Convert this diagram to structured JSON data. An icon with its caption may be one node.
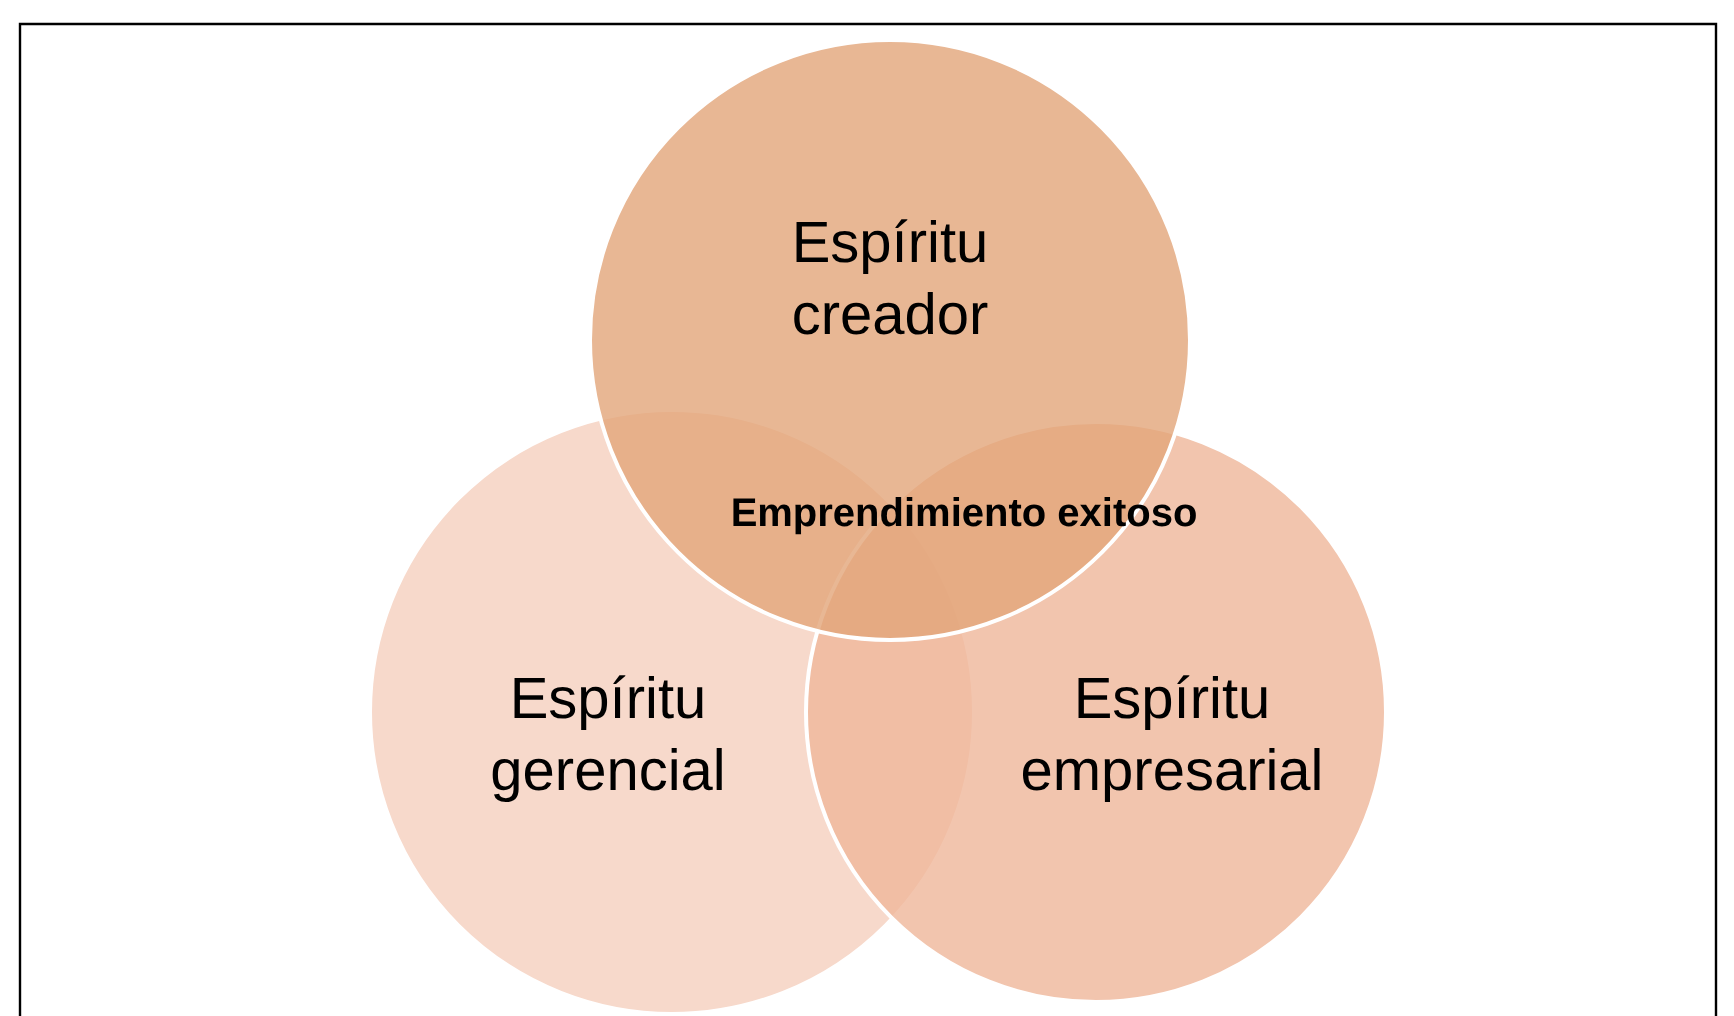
{
  "diagram": {
    "nodes": [
      {
        "text": [
          "Espíritu creador"
        ]
      },
      {
        "text": [
          "Espíritu gerencial"
        ]
      },
      {
        "text": [
          "Espíritu empresarial"
        ]
      }
    ],
    "labels": [
      "Emprendimiento exitoso"
    ]
  }
}
